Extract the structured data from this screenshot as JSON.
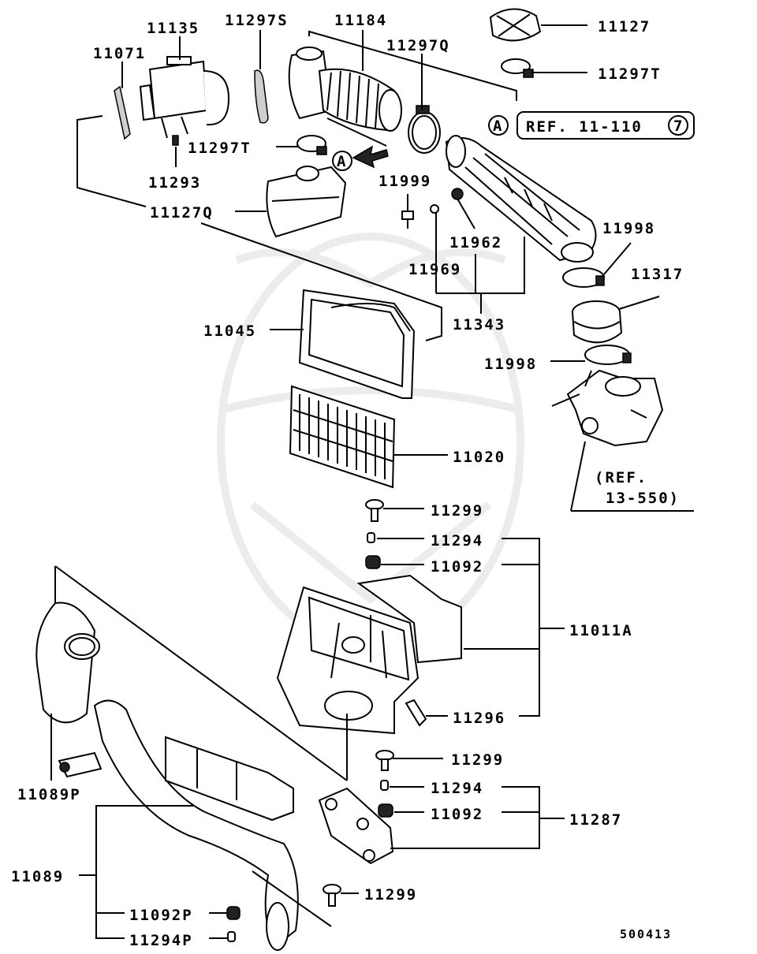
{
  "diagram_code": "500413",
  "callouts": [
    {
      "id": "p11071",
      "text": "11071"
    },
    {
      "id": "p11135",
      "text": "11135"
    },
    {
      "id": "p11297S",
      "text": "11297S"
    },
    {
      "id": "p11184",
      "text": "11184"
    },
    {
      "id": "p11297Q",
      "text": "11297Q"
    },
    {
      "id": "p11127",
      "text": "11127"
    },
    {
      "id": "p11297T_a",
      "text": "11297T"
    },
    {
      "id": "p11297T_b",
      "text": "11297T"
    },
    {
      "id": "p11293",
      "text": "11293"
    },
    {
      "id": "p11127Q",
      "text": "11127Q"
    },
    {
      "id": "p11999",
      "text": "11999"
    },
    {
      "id": "p11962",
      "text": "11962"
    },
    {
      "id": "p11969",
      "text": "11969"
    },
    {
      "id": "p11343",
      "text": "11343"
    },
    {
      "id": "p11998_a",
      "text": "11998"
    },
    {
      "id": "p11317",
      "text": "11317"
    },
    {
      "id": "p11998_b",
      "text": "11998"
    },
    {
      "id": "p11045",
      "text": "11045"
    },
    {
      "id": "p11020",
      "text": "11020"
    },
    {
      "id": "p11299_a",
      "text": "11299"
    },
    {
      "id": "p11294_a",
      "text": "11294"
    },
    {
      "id": "p11092_a",
      "text": "11092"
    },
    {
      "id": "p11011A",
      "text": "11011A"
    },
    {
      "id": "p11296",
      "text": "11296"
    },
    {
      "id": "p11299_b",
      "text": "11299"
    },
    {
      "id": "p11294_b",
      "text": "11294"
    },
    {
      "id": "p11092_b",
      "text": "11092"
    },
    {
      "id": "p11287",
      "text": "11287"
    },
    {
      "id": "p11089P",
      "text": "11089P"
    },
    {
      "id": "p11089",
      "text": "11089"
    },
    {
      "id": "p11299_c",
      "text": "11299"
    },
    {
      "id": "p11092P",
      "text": "11092P"
    },
    {
      "id": "p11294P",
      "text": "11294P"
    }
  ],
  "references": {
    "ref_box_letter": "A",
    "ref_box_text": "REF. 11-110",
    "ref_box_number": "7",
    "arrow_marker_letter": "A",
    "ref_13550_line1": "(REF.",
    "ref_13550_line2": "13-550)"
  }
}
